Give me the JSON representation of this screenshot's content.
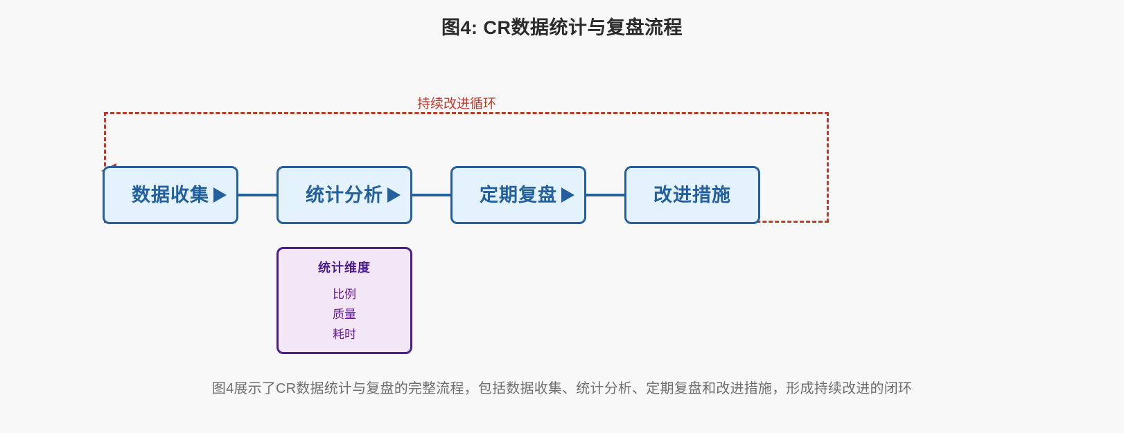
{
  "figure": {
    "title": "图4: CR数据统计与复盘流程",
    "caption": "图4展示了CR数据统计与复盘的完整流程，包括数据收集、统计分析、定期复盘和改进措施，形成持续改进的闭环",
    "background_color": "#f8f8f8"
  },
  "loop": {
    "label": "持续改进循环",
    "color": "#c0392b",
    "style": "dashed",
    "direction": "从改进措施回到数据收集"
  },
  "flow": {
    "node_fill": "#e3f2fd",
    "node_border": "#25609e",
    "node_text_color": "#25609e",
    "nodes": [
      {
        "label": "数据收集",
        "has_arrow": true
      },
      {
        "label": "统计分析",
        "has_arrow": true
      },
      {
        "label": "定期复盘",
        "has_arrow": true
      },
      {
        "label": "改进措施",
        "has_arrow": false
      }
    ]
  },
  "dimension_box": {
    "title": "统计维度",
    "items": [
      "比例",
      "质量",
      "耗时"
    ],
    "fill": "#f2e6f7",
    "border": "#4a1d8c",
    "text_color": "#6a1b9a"
  }
}
